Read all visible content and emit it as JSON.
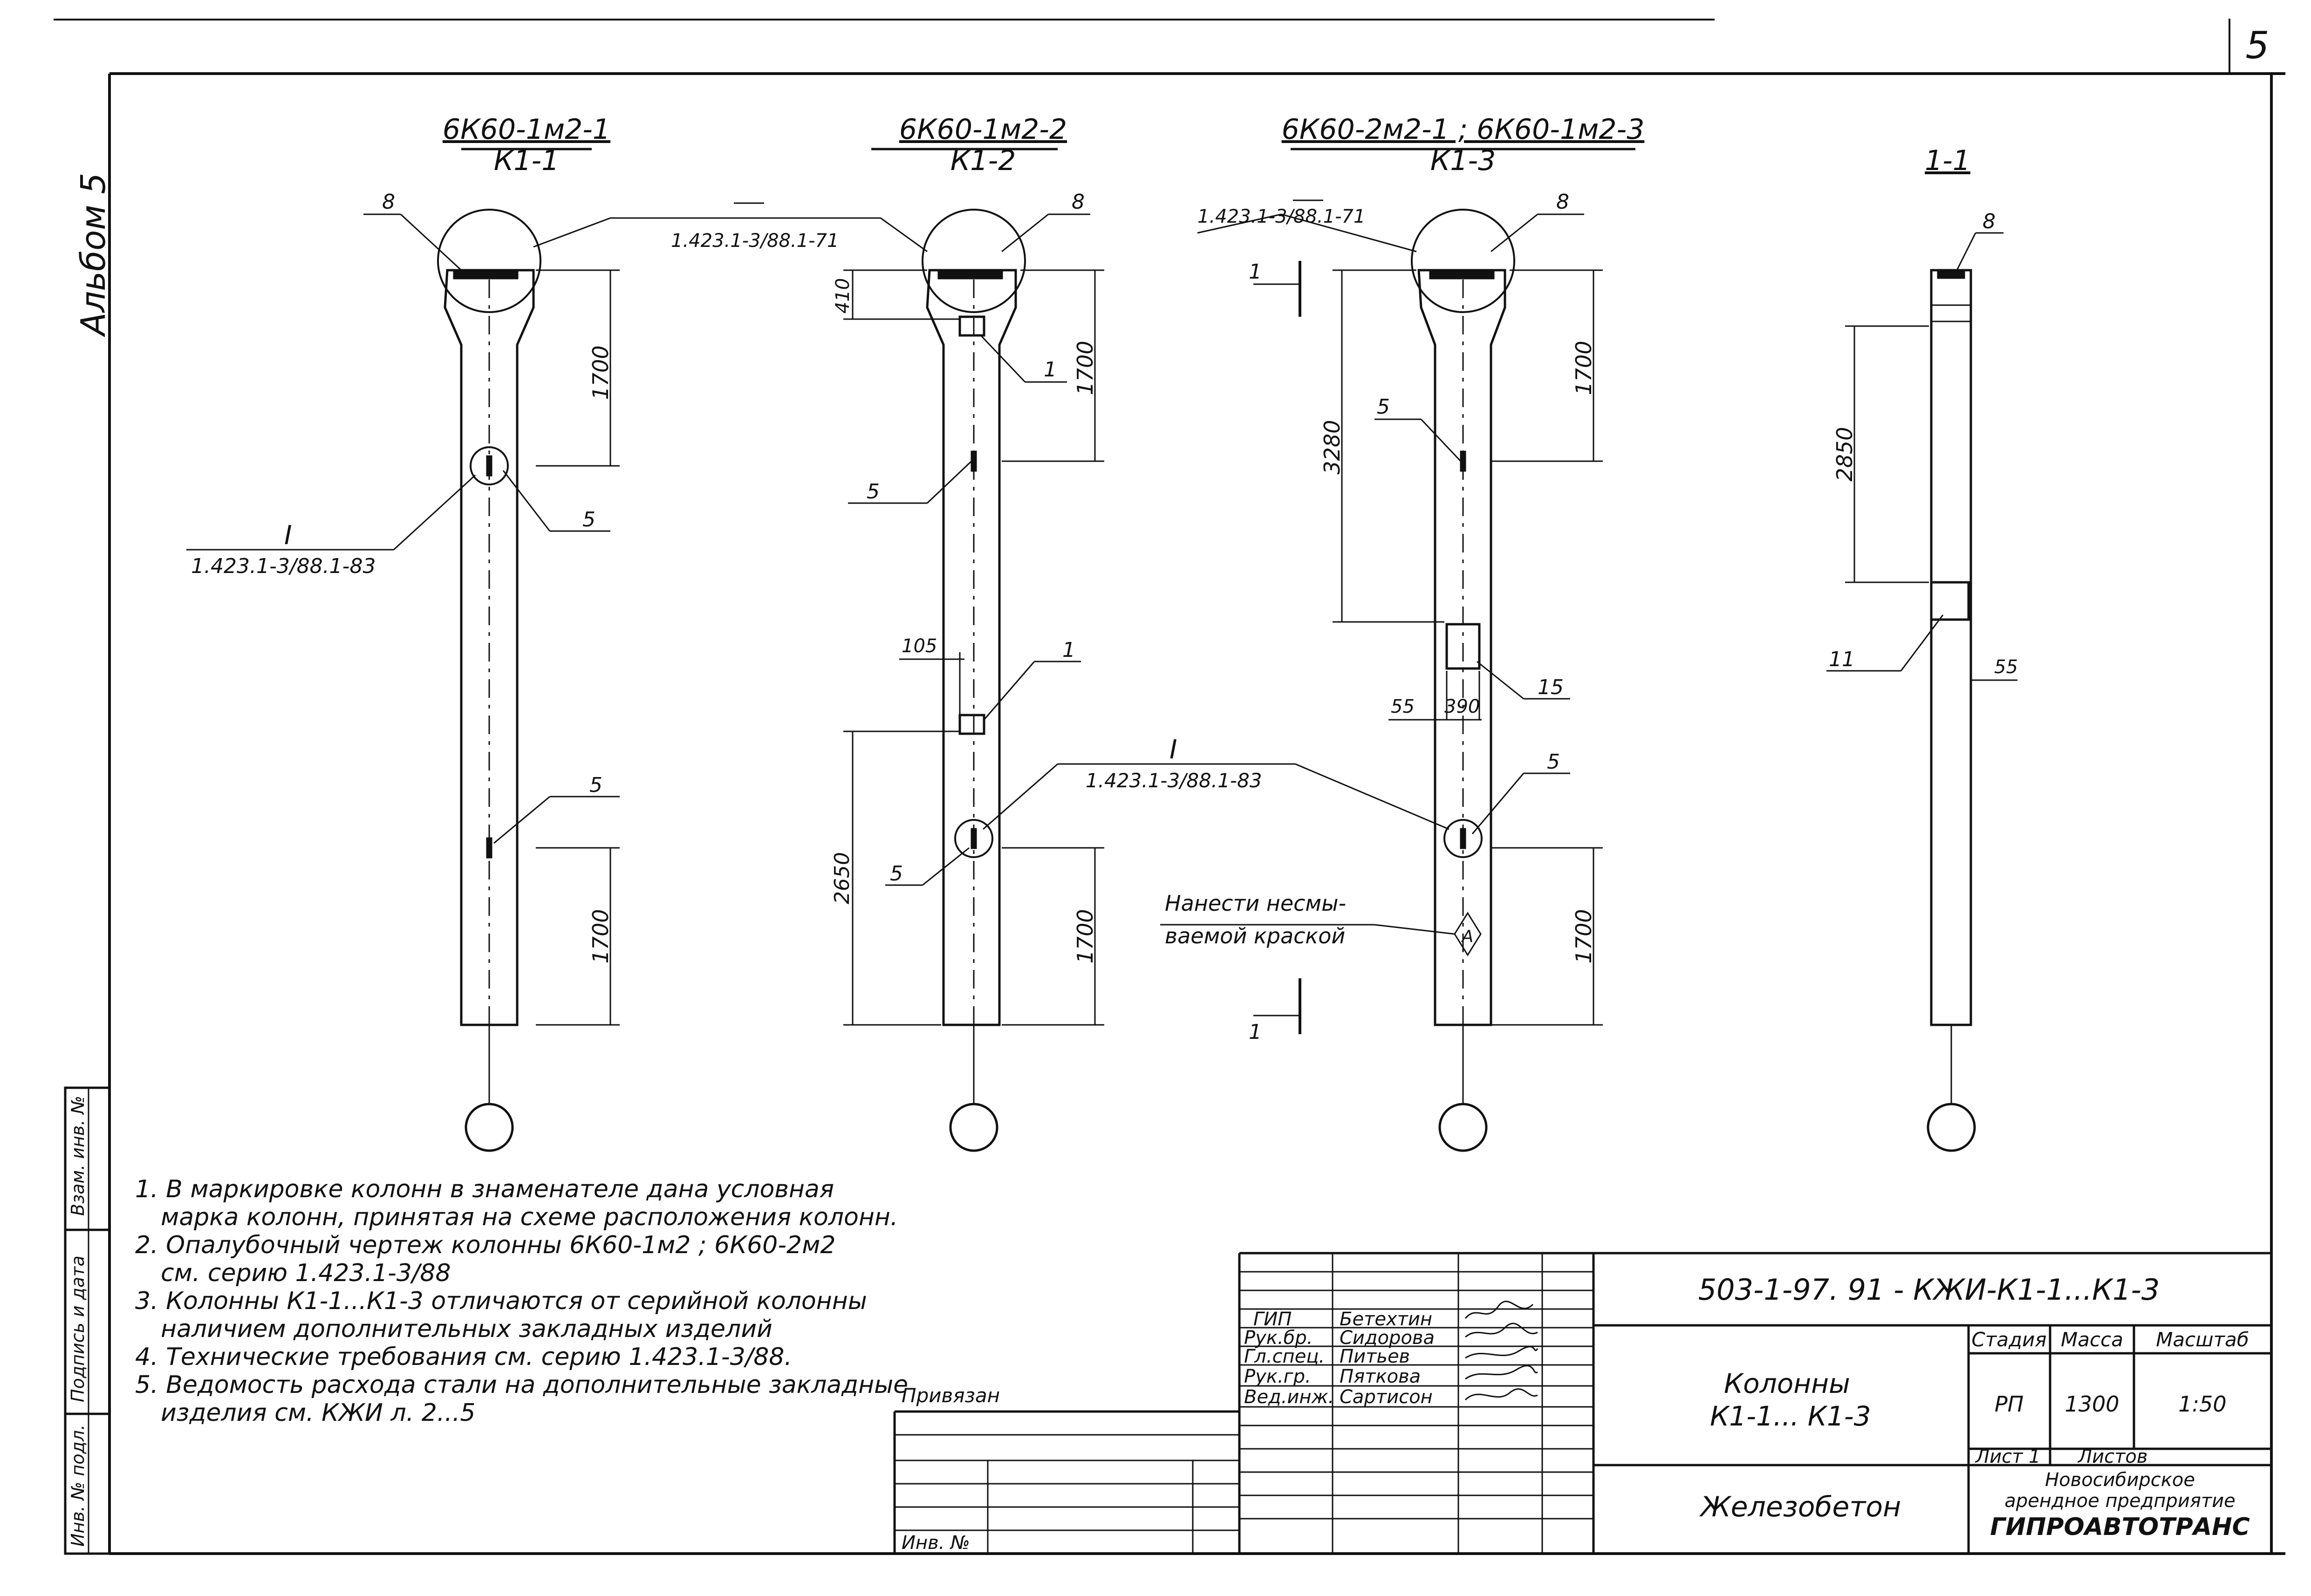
{
  "sheet_number": "5",
  "side_album": "Альбом 5",
  "columns": [
    {
      "mark": "6К60-1м2-1",
      "code": "К1-1"
    },
    {
      "mark": "6К60-1м2-2",
      "code": "К1-2"
    },
    {
      "mark": "6К60-2м2-1 ; 6К60-1м2-3",
      "code": "К1-3"
    },
    {
      "mark": "1-1",
      "code": ""
    }
  ],
  "refs": {
    "node_top": "1.423.1-3/88.1-71",
    "node_top_b": "1.423.1-3/88.1-71",
    "node_I": "1.423.1-3/88.1-83",
    "node_I_b": "1.423.1-3/88.1-83",
    "roman_I": "I",
    "roman_I_b": "I"
  },
  "labels": {
    "p8": "8",
    "p5": "5",
    "p1": "1",
    "p15": "15",
    "p11": "11",
    "dim_1700": "1700",
    "dim_410": "410",
    "dim_105": "105",
    "dim_2650": "2650",
    "dim_3280": "3280",
    "dim_55": "55",
    "dim_390": "390",
    "dim_2850": "2850",
    "section_mark": "1",
    "paint_1": "Нанести несмы-",
    "paint_2": "ваемой краской",
    "paint_symbol": "А"
  },
  "notes": [
    "1. В маркировке колонн в знаменателе дана условная",
    "марка колонн, принятая на схеме расположения колонн.",
    "2. Опалубочный чертеж колонны 6К60-1м2 ; 6К60-2м2",
    "см. серию 1.423.1-3/88",
    "3. Колонны К1-1...К1-3 отличаются от серийной колонны",
    "наличием дополнительных закладных изделий",
    "4. Технические требования см. серию 1.423.1-3/88.",
    "5. Ведомость расхода стали на дополнительные закладные",
    "изделия см.  КЖИ  л. 2...5"
  ],
  "left_stamp": [
    "Взам. инв. №",
    "Подпись и дата",
    "Инв. № подл."
  ],
  "title_block": {
    "doc_code": "503-1-97. 91 - КЖИ-К1-1...К1-3",
    "title_1": "Колонны",
    "title_2": "К1-1... К1-3",
    "material": "Железобетон",
    "stage_h": "Стадия",
    "mass_h": "Масса",
    "scale_h": "Масштаб",
    "stage": "РП",
    "mass": "1300",
    "scale": "1:50",
    "sheet": "Лист 1",
    "sheets": "Листов",
    "org_1": "Новосибирское",
    "org_2": "арендное предприятие",
    "org_3": "ГИПРОАВТОТРАНС",
    "bound": "Привязан",
    "inv": "Инв. №",
    "staff": [
      {
        "role": "ГИП",
        "name": "Бетехтин"
      },
      {
        "role": "Рук.бр.",
        "name": "Сидорова"
      },
      {
        "role": "Гл.спец.",
        "name": "Питьев"
      },
      {
        "role": "Рук.гр.",
        "name": "Пяткова"
      },
      {
        "role": "Вед.инж.",
        "name": "Сартисон"
      }
    ]
  }
}
